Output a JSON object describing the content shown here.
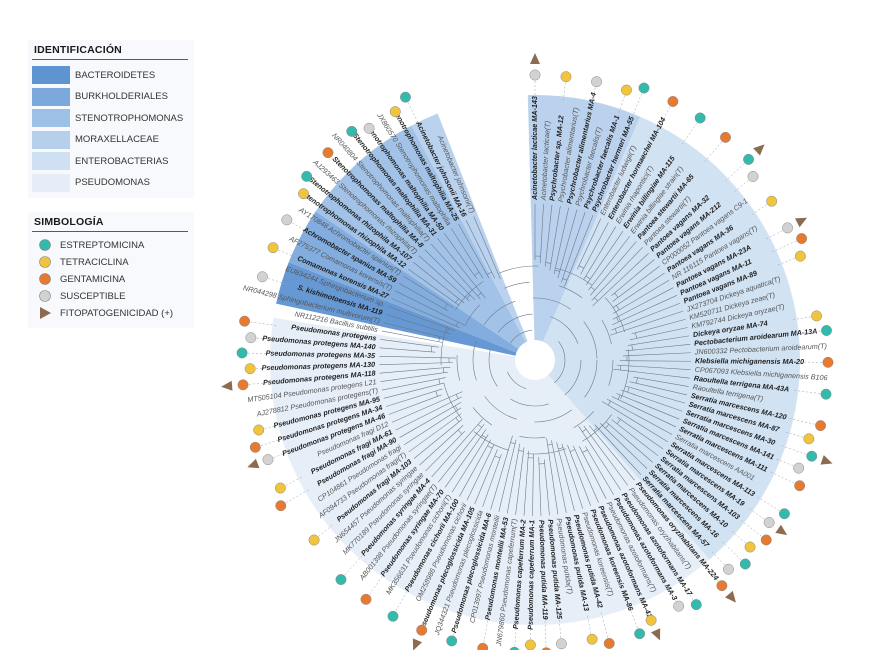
{
  "legend": {
    "identification": {
      "title": "IDENTIFICACIÓN",
      "items": [
        {
          "label": "BACTEROIDETES",
          "color": "#5e94d2"
        },
        {
          "label": "BURKHOLDERIALES",
          "color": "#7ca9dc"
        },
        {
          "label": "STENOTROPHOMONAS",
          "color": "#9dc0e6"
        },
        {
          "label": "MORAXELLACEAE",
          "color": "#b6d0ec"
        },
        {
          "label": "ENTEROBACTERIAS",
          "color": "#cfe0f2"
        },
        {
          "label": "PSEUDOMONAS",
          "color": "#e5eef8"
        }
      ]
    },
    "symbology": {
      "title": "SIMBOLOGÍA",
      "items": [
        {
          "label": "ESTREPTOMICINA",
          "icon": "circle",
          "color": "#34b9ad"
        },
        {
          "label": "TETRACICLINA",
          "icon": "circle",
          "color": "#f1c43d"
        },
        {
          "label": "GENTAMICINA",
          "icon": "circle",
          "color": "#e57a30"
        },
        {
          "label": "SUSCEPTIBLE",
          "icon": "circle",
          "color": "#d2d2d2"
        },
        {
          "label": "FITOPATOGENICIDAD (+)",
          "icon": "triangle",
          "color": "#8c6b4e"
        }
      ]
    }
  },
  "tree": {
    "leaves": [
      {
        "label": "Acinetobacter lacticae MA-143",
        "group": 3,
        "bold": true
      },
      {
        "label": "Acinetobacter lacticae(T)",
        "group": 3,
        "bold": false
      },
      {
        "label": "Psychrobacter sp. MA-12",
        "group": 3,
        "bold": true
      },
      {
        "label": "Psychrobacter alimentarius(T)",
        "group": 3,
        "bold": false
      },
      {
        "label": "Psychrobacter alimentarius MA-4",
        "group": 3,
        "bold": true
      },
      {
        "label": "Psychrobacter faecalis(T)",
        "group": 3,
        "bold": false
      },
      {
        "label": "Psychrobacter faecalis MA-1",
        "group": 3,
        "bold": true
      },
      {
        "label": "Psychrobacter hermeri MA-55",
        "group": 3,
        "bold": true
      },
      {
        "label": "Enterobacter ludwigii(T)",
        "group": 4,
        "bold": false
      },
      {
        "label": "Enterobacter hormaechei MA-104",
        "group": 4,
        "bold": true
      },
      {
        "label": "Erwinia rhapontici(T)",
        "group": 4,
        "bold": false
      },
      {
        "label": "Erwinia billingiae MA-115",
        "group": 4,
        "bold": true
      },
      {
        "label": "Erwinia billingiae strain(T)",
        "group": 4,
        "bold": false
      },
      {
        "label": "Pantoea stewartii MA-65",
        "group": 4,
        "bold": true
      },
      {
        "label": "Pantoea stewartii(T)",
        "group": 4,
        "bold": false
      },
      {
        "label": "Pantoea vagans MA-32",
        "group": 4,
        "bold": true
      },
      {
        "label": "Pantoea vagans MA-212",
        "group": 4,
        "bold": true
      },
      {
        "label": "CP000052 Pantoea vagans C9-1",
        "group": 4,
        "bold": false
      },
      {
        "label": "Pantoea vagans MA-36",
        "group": 4,
        "bold": true
      },
      {
        "label": "NR 116115 Pantoea vagans(T)",
        "group": 4,
        "bold": false
      },
      {
        "label": "Pantoea vagans MA-23A",
        "group": 4,
        "bold": true
      },
      {
        "label": "Pantoea vagans MA-11",
        "group": 4,
        "bold": true
      },
      {
        "label": "Pantoea vagans MA-89",
        "group": 4,
        "bold": true
      },
      {
        "label": "JX273704 Dickeya aquatica(T)",
        "group": 4,
        "bold": false
      },
      {
        "label": "KM520711 Dickeya zeae(T)",
        "group": 4,
        "bold": false
      },
      {
        "label": "KM792744 Dickeya oryzae(T)",
        "group": 4,
        "bold": false
      },
      {
        "label": "Dickeya oryzae MA-74",
        "group": 4,
        "bold": true
      },
      {
        "label": "Pectobacterium aroidearum MA-13A",
        "group": 4,
        "bold": true
      },
      {
        "label": "JN600332 Pectobacterium aroidearum(T)",
        "group": 4,
        "bold": false
      },
      {
        "label": "Klebsiella michiganensis MA-20",
        "group": 4,
        "bold": true
      },
      {
        "label": "CP067093 Klebsiella michiganensis B106",
        "group": 4,
        "bold": false
      },
      {
        "label": "Raoultella terrigena MA-43A",
        "group": 4,
        "bold": true
      },
      {
        "label": "Raoultella terrigena(T)",
        "group": 4,
        "bold": false
      },
      {
        "label": "Serratia marcescens MA-120",
        "group": 4,
        "bold": true
      },
      {
        "label": "Serratia marcescens MA-87",
        "group": 4,
        "bold": true
      },
      {
        "label": "Serratia marcescens MA-30",
        "group": 4,
        "bold": true
      },
      {
        "label": "Serratia marcescens MA-141",
        "group": 4,
        "bold": true
      },
      {
        "label": "Serratia marcescens MA-111",
        "group": 4,
        "bold": true
      },
      {
        "label": "Serratia marcescens AA001",
        "group": 4,
        "bold": false
      },
      {
        "label": "Serratia marcescens MA-113",
        "group": 4,
        "bold": true
      },
      {
        "label": "Serratia marcescens MA-19",
        "group": 4,
        "bold": true
      },
      {
        "label": "Serratia marcescens MA-103",
        "group": 4,
        "bold": true
      },
      {
        "label": "Serratia marcescens MA-10",
        "group": 4,
        "bold": true
      },
      {
        "label": "Serratia marcescens MA-16",
        "group": 4,
        "bold": true
      },
      {
        "label": "Serratia marcescens MA-57",
        "group": 4,
        "bold": true
      },
      {
        "label": "Pseudomonas oryzihabitans MA-224",
        "group": 5,
        "bold": true
      },
      {
        "label": "Pseudomonas oryzihabitans(T)",
        "group": 5,
        "bold": false
      },
      {
        "label": "Pseudomonas azotoformans MA-17",
        "group": 5,
        "bold": true
      },
      {
        "label": "Pseudomonas azotoformans MA-3",
        "group": 5,
        "bold": true
      },
      {
        "label": "Pseudomonas azotoformans(T)",
        "group": 5,
        "bold": false
      },
      {
        "label": "Pseudomonas azotoformans MA-41",
        "group": 5,
        "bold": true
      },
      {
        "label": "Pseudomonas koreensis MA-86",
        "group": 5,
        "bold": true
      },
      {
        "label": "Pseudomonas koreensis(T)",
        "group": 5,
        "bold": false
      },
      {
        "label": "Pseudomonas putida MA-42",
        "group": 5,
        "bold": true
      },
      {
        "label": "Pseudomonas putida MA-13",
        "group": 5,
        "bold": true
      },
      {
        "label": "Pseudomonas putida(T)",
        "group": 5,
        "bold": false
      },
      {
        "label": "Pseudomonas putida MA-125",
        "group": 5,
        "bold": true
      },
      {
        "label": "Pseudomonas putida MA-119",
        "group": 5,
        "bold": true
      },
      {
        "label": "Pseudomonas capeferrum MA-1",
        "group": 5,
        "bold": true
      },
      {
        "label": "Pseudomonas capeferrum MA-2",
        "group": 5,
        "bold": true
      },
      {
        "label": "JN679860 Pseudomonas capeferrum(T)",
        "group": 5,
        "bold": false
      },
      {
        "label": "Pseudomonas monteilii MA-53",
        "group": 5,
        "bold": true
      },
      {
        "label": "CP013997 Pseudomonas monteilii",
        "group": 5,
        "bold": false
      },
      {
        "label": "Pseudomonas plecoglossicida MA-6",
        "group": 5,
        "bold": true
      },
      {
        "label": "JQ344321 Pseudomonas plecoglossicida",
        "group": 5,
        "bold": false
      },
      {
        "label": "Pseudomonas plecoglossicida MA-105",
        "group": 5,
        "bold": true
      },
      {
        "label": "OM258986 Pseudomonas cichorii",
        "group": 5,
        "bold": false
      },
      {
        "label": "Pseudomonas cichorii MA-100",
        "group": 5,
        "bold": true
      },
      {
        "label": "MK356631 Pseudomonas cichorii(T)",
        "group": 5,
        "bold": false
      },
      {
        "label": "Pseudomonas syringae MA-70",
        "group": 5,
        "bold": true
      },
      {
        "label": "AB001398 Pseudomonas syringae(T)",
        "group": 5,
        "bold": false
      },
      {
        "label": "Pseudomonas syringae MA-4",
        "group": 5,
        "bold": true
      },
      {
        "label": "MK770189 Pseudomonas syringae",
        "group": 5,
        "bold": false
      },
      {
        "label": "JN654457 Pseudomonas syringae",
        "group": 5,
        "bold": false
      },
      {
        "label": "Pseudomonas fragi MA-103",
        "group": 5,
        "bold": true
      },
      {
        "label": "AF094733 Pseudomonas fragi(T)",
        "group": 5,
        "bold": false
      },
      {
        "label": "CP104861 Pseudomonas fragi",
        "group": 5,
        "bold": false
      },
      {
        "label": "Pseudomonas fragi MA-90",
        "group": 5,
        "bold": true
      },
      {
        "label": "Pseudomonas fragi MA-61",
        "group": 5,
        "bold": true
      },
      {
        "label": "Pseudomonas fragi D12",
        "group": 5,
        "bold": false
      },
      {
        "label": "Pseudomonas protegens MA-46",
        "group": 5,
        "bold": true
      },
      {
        "label": "Pseudomonas protegens MA-34",
        "group": 5,
        "bold": true
      },
      {
        "label": "Pseudomonas protegens MA-95",
        "group": 5,
        "bold": true
      },
      {
        "label": "AJ278812 Pseudomonas protegens(T)",
        "group": 5,
        "bold": false
      },
      {
        "label": "MT505104 Pseudomonas protegens L21",
        "group": 5,
        "bold": false
      },
      {
        "label": "Pseudomonas protegens MA-118",
        "group": 5,
        "bold": true
      },
      {
        "label": "Pseudomonas protegens MA-130",
        "group": 5,
        "bold": true
      },
      {
        "label": "Pseudomonas protegens MA-35",
        "group": 5,
        "bold": true
      },
      {
        "label": "Pseudomonas protegens MA-140",
        "group": 5,
        "bold": true
      },
      {
        "label": "Pseudomonas protegens",
        "group": 5,
        "bold": true
      },
      {
        "label": "NR112216 Bacillus subtilis",
        "group": 6,
        "bold": false
      },
      {
        "label": "NR044298 Sphingobacterium multivorum(T)",
        "group": 0,
        "bold": false
      },
      {
        "label": "S. kishimotoensis MA-119",
        "group": 0,
        "bold": true
      },
      {
        "label": "EU834244 Sphingobacterium sp.",
        "group": 0,
        "bold": false
      },
      {
        "label": "Comamonas korensis MA-27",
        "group": 1,
        "bold": true
      },
      {
        "label": "AF275377 Comamonas korensis(T)",
        "group": 1,
        "bold": false
      },
      {
        "label": "Achromobacter spanius MA-59",
        "group": 1,
        "bold": true
      },
      {
        "label": "AY170848 Achromobacter spanius(T)",
        "group": 1,
        "bold": false
      },
      {
        "label": "Stenotrophomonas rhizophila MA-12",
        "group": 2,
        "bold": true
      },
      {
        "label": "Stenotrophomonas rhizophila MA-107",
        "group": 2,
        "bold": true
      },
      {
        "label": "AJ293463 Stenotrophomonas rhizophila(T)",
        "group": 2,
        "bold": false
      },
      {
        "label": "Stenotrophomonas maltophilia MA-8",
        "group": 2,
        "bold": true
      },
      {
        "label": "NR040804 Stenotrophomonas maltophilia(T)",
        "group": 2,
        "bold": false
      },
      {
        "label": "Stenotrophomonas maltophilia MA-31",
        "group": 2,
        "bold": true
      },
      {
        "label": "Stenotrophomonas maltophilia MA-50",
        "group": 2,
        "bold": true
      },
      {
        "label": "JX860570 Stenotrophomonas maltophilia",
        "group": 2,
        "bold": false
      },
      {
        "label": "Stenotrophomonas maltophilia MA-25",
        "group": 2,
        "bold": true
      },
      {
        "label": "Acinetobacter johnsonii MA-16",
        "group": 3,
        "bold": true
      },
      {
        "label": "Acinetobacter johnsonii(T)",
        "group": 3,
        "bold": false
      }
    ]
  }
}
